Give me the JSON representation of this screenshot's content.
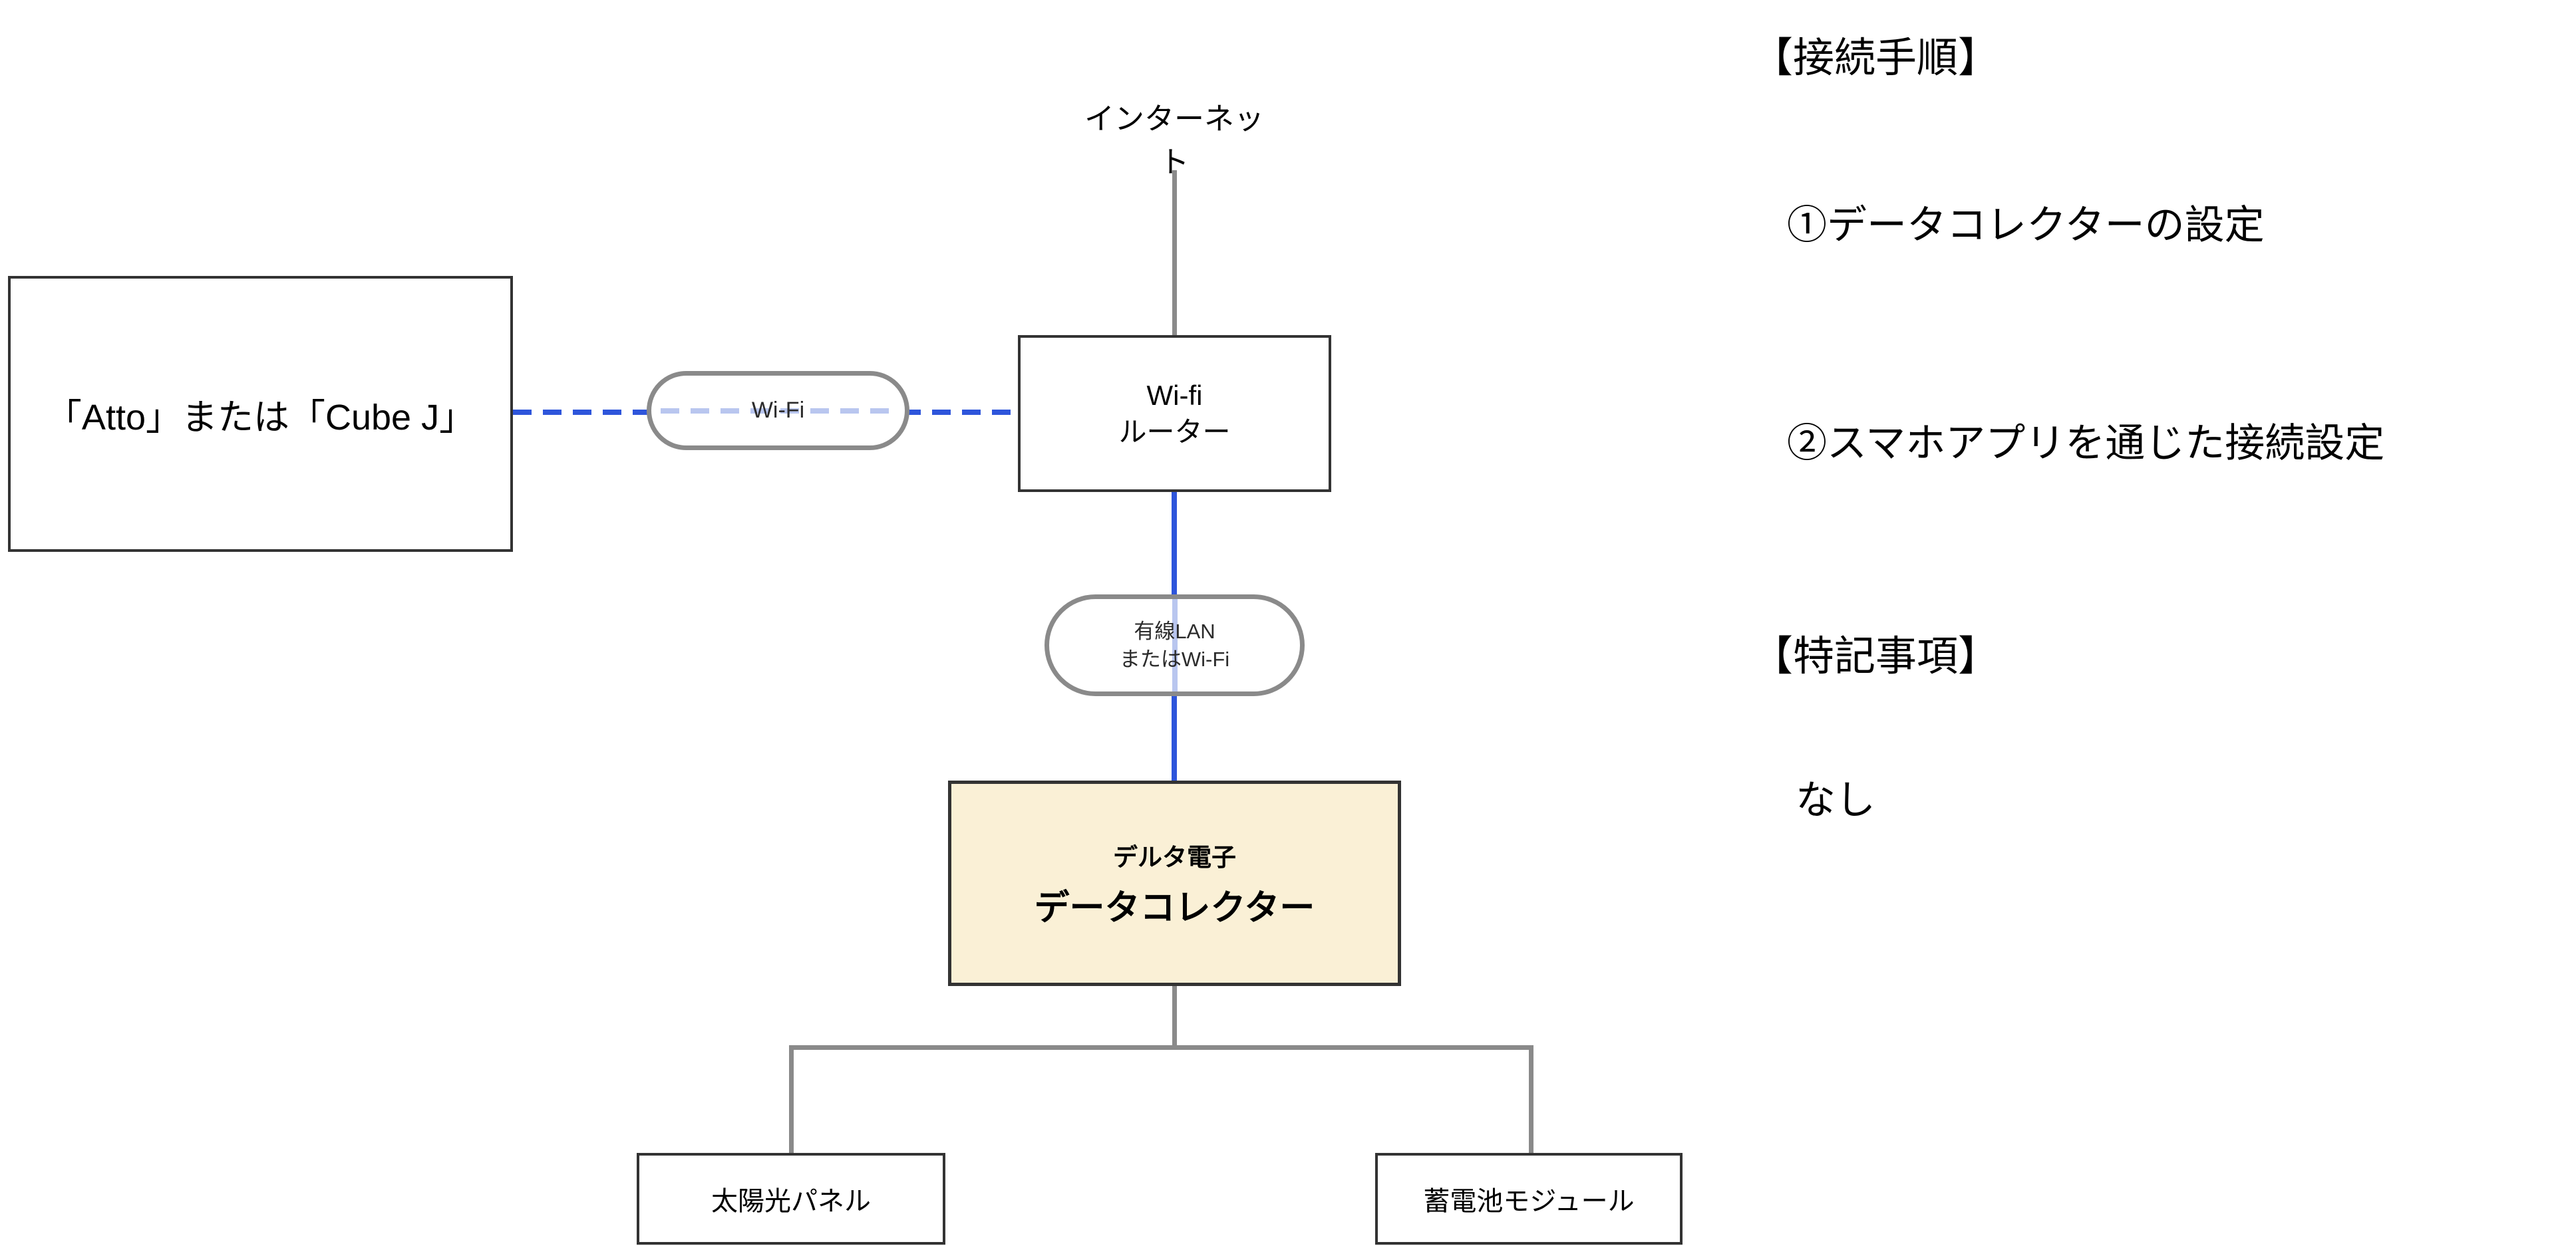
{
  "colors": {
    "background": "#FFFFFF",
    "box_border": "#333333",
    "collector_fill": "#FAF0D6",
    "gray_line": "#8A8A8A",
    "blue_line": "#2E55DB",
    "light_blue_line": "#B9C6EF",
    "text": "#000000"
  },
  "diagram": {
    "internet_label": "インターネット",
    "device_box": {
      "label": "「Atto」または「Cube J」"
    },
    "wifi_pill": {
      "label": "Wi-Fi"
    },
    "router_box": {
      "line1": "Wi-fi",
      "line2": "ルーター"
    },
    "lan_pill": {
      "line1": "有線LAN",
      "line2": "またはWi-Fi"
    },
    "collector_box": {
      "line1": "デルタ電子",
      "line2": "データコレクター"
    },
    "solar_box": {
      "label": "太陽光パネル"
    },
    "battery_box": {
      "label": "蓄電池モジュール"
    }
  },
  "notes": {
    "procedure_heading": "【接続手順】",
    "steps": [
      "①データコレクターの設定",
      "②スマホアプリを通じた接続設定"
    ],
    "remarks_heading": "【特記事項】",
    "remarks_body": "なし"
  }
}
